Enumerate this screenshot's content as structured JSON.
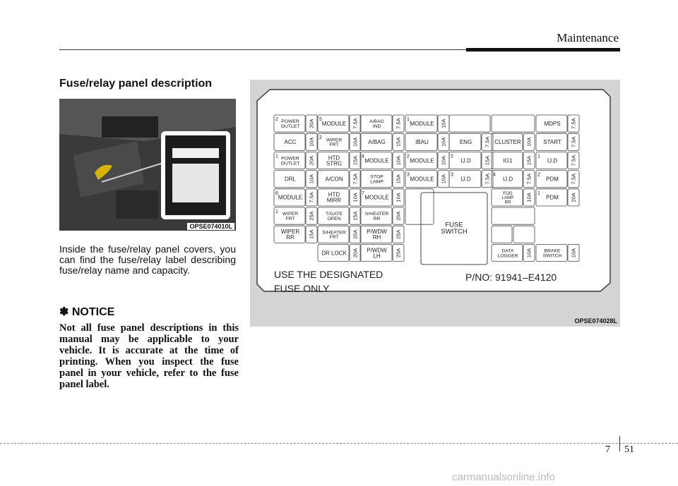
{
  "header": {
    "section": "Maintenance"
  },
  "left": {
    "title": "Fuse/relay panel description",
    "photo_label": "OPSE074010L",
    "body": "Inside the fuse/relay panel covers, you can find the fuse/relay label describing fuse/relay name and capacity.",
    "notice_title": "✽ NOTICE",
    "notice_body": "Not all fuse panel descriptions in this manual may be applicable to your vehicle. It is accurate at the time of printing. When you inspect the fuse panel in your vehicle, refer to the fuse panel label."
  },
  "diagram": {
    "label": "OPSE074028L",
    "bottom_left_line1": "USE THE DESIGNATED",
    "bottom_left_line2": "FUSE ONLY",
    "part_no": "P/NO: 91941–E4120",
    "fuse_switch": "FUSE\nSWITCH",
    "columns": [
      [
        [
          "2",
          "POWER\nOUTLET",
          "20A"
        ],
        [
          "",
          "ACC",
          "10A"
        ],
        [
          "1",
          "POWER\nOUTLET",
          "20A"
        ],
        [
          "",
          "DRL",
          "10A"
        ],
        [
          "6",
          "MODULE",
          "7.5A"
        ],
        [
          "1",
          "WIPER\nFRT",
          "25A"
        ],
        [
          "",
          "WIPER\nRR",
          "15A"
        ]
      ],
      [
        [
          "5",
          "MODULE",
          "7.5A"
        ],
        [
          "2",
          "WIPER\nFRT",
          "10A"
        ],
        [
          "",
          "HTD\nSTRG",
          "15A"
        ],
        [
          "",
          "A/CON",
          "7.5A"
        ],
        [
          "",
          "HTD\nMIRR",
          "10A"
        ],
        [
          "",
          "T/GATE\nOPEN",
          "15A"
        ],
        [
          "",
          "S/HEATER\nFRT",
          "20A"
        ],
        [
          "",
          "DR LOCK",
          "20A"
        ]
      ],
      [
        [
          "",
          "A/BAG\nIND",
          "7.5A"
        ],
        [
          "",
          "A/BAG",
          "15A"
        ],
        [
          "4",
          "MODULE",
          "10A"
        ],
        [
          "",
          "STOP\nLAMP",
          "15A"
        ],
        [
          "7",
          "MODULE",
          "10A"
        ],
        [
          "",
          "S/HEATER\nRR",
          "20A"
        ],
        [
          "",
          "P/WDW\nRH",
          "25A"
        ],
        [
          "",
          "P/WDW\nLH",
          "25A"
        ]
      ],
      [
        [
          "1",
          "MODULE",
          "10A"
        ],
        [
          "",
          "IBAU",
          "10A"
        ],
        [
          "2",
          "MODULE",
          "10A"
        ],
        [
          "3",
          "MODULE",
          "10A"
        ]
      ],
      [
        [
          "",
          "ENG",
          "7.5A"
        ],
        [
          "2",
          "IJ.D",
          "15A"
        ],
        [
          "3",
          "IJ.D",
          "7.5A"
        ]
      ],
      [
        [
          "",
          "CLUSTER",
          "10A"
        ],
        [
          "",
          "IG1",
          "15A"
        ],
        [
          "4",
          "IJ.D",
          "7.5A"
        ],
        [
          "",
          "FOG\nLAMP\nRR",
          "10A"
        ],
        [
          "",
          "DATA\nLOGGER",
          "10A"
        ]
      ],
      [
        [
          "",
          "MDPS",
          "7.5A"
        ],
        [
          "",
          "START",
          "7.5A"
        ],
        [
          "1",
          "IJ.D",
          "7.5A"
        ],
        [
          "2",
          "PDM",
          "7.5A"
        ],
        [
          "1",
          "PDM",
          "20A"
        ],
        [
          "",
          "BRAKE\nSWITCH",
          "10A"
        ]
      ]
    ]
  },
  "footer": {
    "chapter": "7",
    "page": "51",
    "watermark": "carmanualsonline.info"
  }
}
